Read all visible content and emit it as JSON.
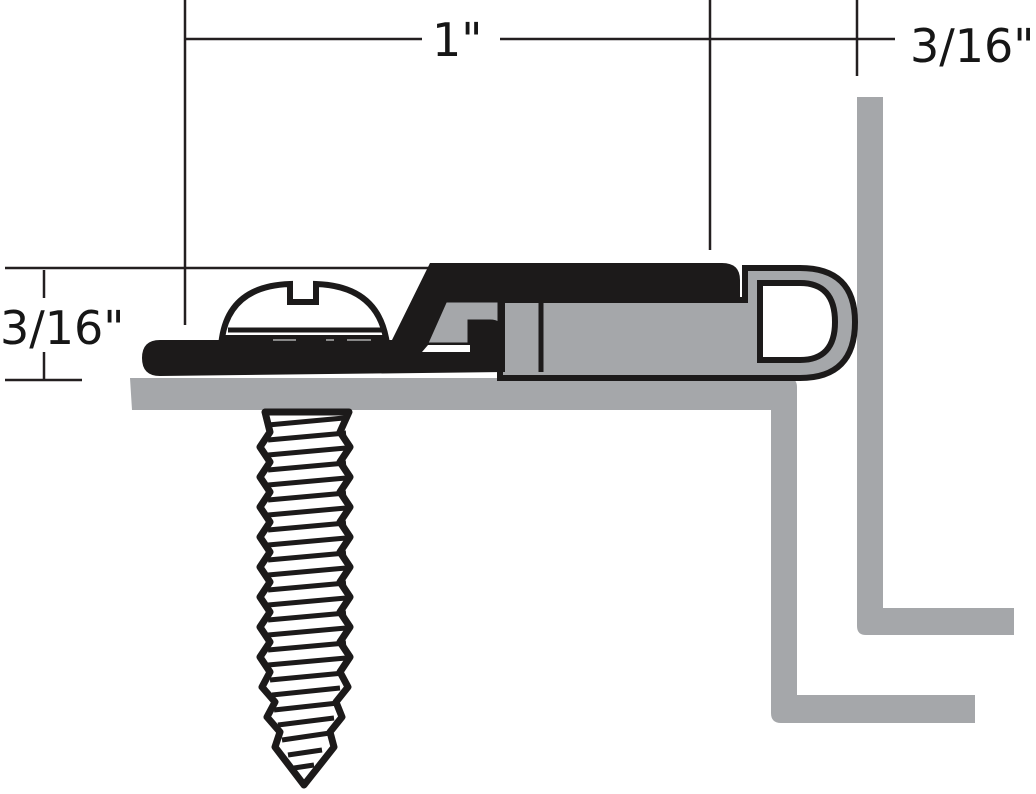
{
  "diagram": {
    "subject": "Threshold / door-bottom profile cross-section with mounting screw",
    "dimensions": {
      "width_top": "1\"",
      "gap_right": "3/16\"",
      "height_left": "3/16\""
    },
    "colors": {
      "profile_black": "#1c1a1a",
      "metal_gray": "#a5a7aa",
      "line": "#231f20",
      "background": "#ffffff"
    },
    "parts": [
      "screw-head",
      "screw-shank",
      "threshold-black-insert",
      "gray-seal-bulb",
      "mounting-angle-bracket",
      "door-jamb-angle"
    ]
  }
}
